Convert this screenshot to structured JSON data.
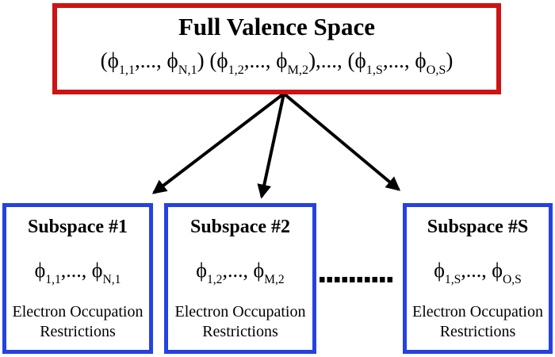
{
  "top_box": {
    "title": "Full Valence Space",
    "formula": [
      {
        "t": "(ϕ"
      },
      {
        "sub": "1,1"
      },
      {
        "t": ",..., ϕ"
      },
      {
        "sub": "N,1"
      },
      {
        "t": ") (ϕ"
      },
      {
        "sub": "1,2"
      },
      {
        "t": ",..., ϕ"
      },
      {
        "sub": "M,2"
      },
      {
        "t": "),..., (ϕ"
      },
      {
        "sub": "1,S"
      },
      {
        "t": ",..., ϕ"
      },
      {
        "sub": "O,S"
      },
      {
        "t": ")"
      }
    ]
  },
  "subspaces": [
    {
      "title": "Subspace #1",
      "formula": [
        {
          "t": "ϕ"
        },
        {
          "sub": "1,1"
        },
        {
          "t": ",..., ϕ"
        },
        {
          "sub": "N,1"
        }
      ],
      "caption": [
        "Electron Occupation",
        "Restrictions"
      ]
    },
    {
      "title": "Subspace #2",
      "formula": [
        {
          "t": "ϕ"
        },
        {
          "sub": "1,2"
        },
        {
          "t": ",..., ϕ"
        },
        {
          "sub": "M,2"
        }
      ],
      "caption": [
        "Electron Occupation",
        "Restrictions"
      ]
    },
    {
      "title": "Subspace #S",
      "formula": [
        {
          "t": "ϕ"
        },
        {
          "sub": "1,S"
        },
        {
          "t": ",..., ϕ"
        },
        {
          "sub": "O,S"
        }
      ],
      "caption": [
        "Electron Occupation",
        "Restrictions"
      ]
    }
  ],
  "colors": {
    "top_box_border": "#cc1414",
    "subspace_border": "#2442e2",
    "arrow": "#000000",
    "text": "#000000"
  }
}
